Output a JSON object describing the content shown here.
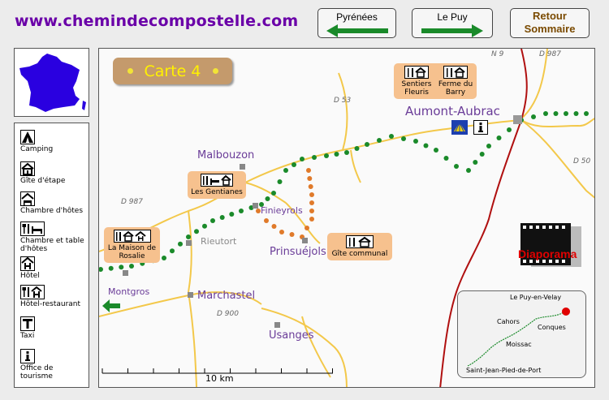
{
  "site_url": "www.chemindecompostelle.com",
  "nav": {
    "prev_label": "Pyrénées",
    "next_label": "Le Puy",
    "retour_line1": "Retour",
    "retour_line2": "Sommaire"
  },
  "legend": [
    {
      "icon": "tent-icon",
      "label": "Camping"
    },
    {
      "icon": "house-icon",
      "label": "Gîte d'étape"
    },
    {
      "icon": "bed-house-icon",
      "label": "Chambre d'hôtes"
    },
    {
      "icon": "fork-knife-bed-icon",
      "label": "Chambre et table d'hôtes"
    },
    {
      "icon": "hotel-icon",
      "label": "Hôtel"
    },
    {
      "icon": "fork-knife-hotel-icon",
      "label": "Hôtel-restaurant"
    },
    {
      "icon": "taxi-icon",
      "label": "Taxi"
    },
    {
      "icon": "info-icon",
      "label": "Office de tourisme"
    }
  ],
  "map": {
    "carte_title": "Carte 4",
    "places": {
      "aumont": "Aumont-Aubrac",
      "malbouzon": "Malbouzon",
      "finieyrols": "Finieyrols",
      "prinsuejols": "Prinsuéjols",
      "rieutort": "Rieutort",
      "marchastel": "Marchastel",
      "montgros": "Montgros",
      "usanges": "Usanges"
    },
    "roads": {
      "n9": "N 9",
      "d987_top": "D 987",
      "d53": "D 53",
      "d50": "D 50",
      "d987_left": "D 987",
      "d900": "D 900"
    },
    "lodgings": {
      "sentiers": "Sentiers Fleuris",
      "ferme": "Ferme du Barry",
      "gentianes": "Les Gentianes",
      "maison": "La Maison de Rosalie",
      "gite_communal": "Gîte communal"
    },
    "diaporama": "Diaporama",
    "scale": "10 km",
    "inset": {
      "le_puy": "Le Puy-en-Velay",
      "cahors": "Cahors",
      "conques": "Conques",
      "moissac": "Moissac",
      "saint_jean": "Saint-Jean-Pied-de-Port"
    }
  },
  "colors": {
    "route": "#1a8a2a",
    "variant": "#e07a2a",
    "road_yellow": "#f3c84a",
    "road_main": "#b01010",
    "france": "#2a00e0",
    "place_text": "#6a3c98",
    "lodge_bg": "#f6c18e"
  }
}
